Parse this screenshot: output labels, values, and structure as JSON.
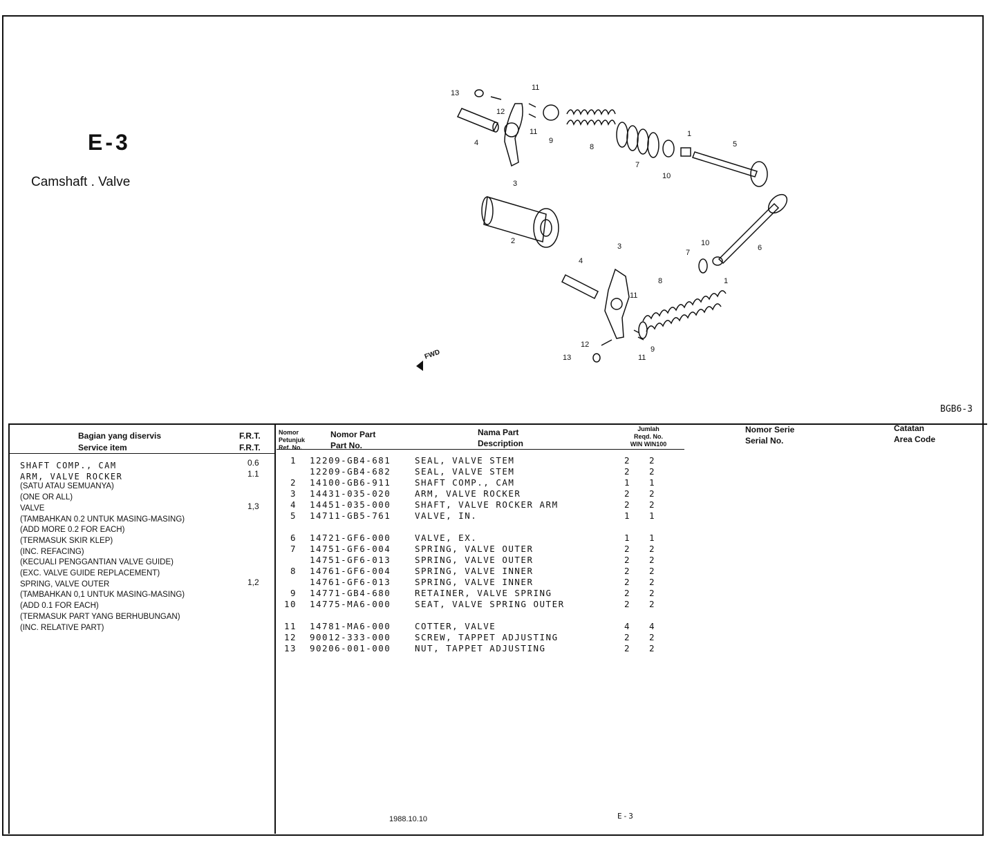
{
  "header": {
    "code": "E-3",
    "title": "Camshaft . Valve",
    "sheet_code": "BGB6-3"
  },
  "diagram": {
    "fwd_label": "FWD",
    "callouts": [
      "13",
      "12",
      "11",
      "11",
      "9",
      "8",
      "7",
      "1",
      "5",
      "10",
      "4",
      "3",
      "2",
      "3",
      "4",
      "10",
      "7",
      "6",
      "8",
      "1",
      "11",
      "12",
      "13",
      "11",
      "9"
    ]
  },
  "service_table": {
    "header_id": "Bagian yang diservis",
    "header_en": "Service item",
    "frt_id": "F.R.T.",
    "frt_en": "F.R.T.",
    "items": [
      {
        "text": "SHAFT COMP., CAM",
        "frt": "0.6",
        "mono": true
      },
      {
        "text": "ARM, VALVE ROCKER",
        "frt": "1.1",
        "mono": true
      },
      {
        "text": "(SATU ATAU SEMUANYA)",
        "frt": ""
      },
      {
        "text": "(ONE OR ALL)",
        "frt": ""
      },
      {
        "text": "VALVE",
        "frt": "1,3"
      },
      {
        "text": "(TAMBAHKAN 0.2 UNTUK MASING-MASING)",
        "frt": ""
      },
      {
        "text": "(ADD MORE 0.2 FOR EACH)",
        "frt": ""
      },
      {
        "text": "(TERMASUK SKIR KLEP)",
        "frt": ""
      },
      {
        "text": "(INC. REFACING)",
        "frt": ""
      },
      {
        "text": "(KECUALI PENGGANTIAN VALVE GUIDE)",
        "frt": ""
      },
      {
        "text": "(EXC. VALVE GUIDE REPLACEMENT)",
        "frt": ""
      },
      {
        "text": "SPRING, VALVE OUTER",
        "frt": "1,2"
      },
      {
        "text": "(TAMBAHKAN 0,1 UNTUK MASING-MASING)",
        "frt": ""
      },
      {
        "text": "(ADD 0.1 FOR EACH)",
        "frt": ""
      },
      {
        "text": "(TERMASUK PART YANG BERHUBUNGAN)",
        "frt": ""
      },
      {
        "text": "(INC. RELATIVE PART)",
        "frt": ""
      }
    ]
  },
  "parts_table": {
    "col_ref_id1": "Nomor",
    "col_ref_id2": "Petunjuk",
    "col_ref_en": "Ref. No.",
    "col_part_id": "Nomor Part",
    "col_part_en": "Part No.",
    "col_desc_id": "Nama Part",
    "col_desc_en": "Description",
    "col_qty_id": "Jumlah",
    "col_qty_en": "Reqd. No.",
    "col_qty_models": "WIN WIN100",
    "col_serial_id": "Nomor Serie",
    "col_serial_en": "Serial No.",
    "col_note_id": "Catatan",
    "col_note_en": "Area Code",
    "rows": [
      {
        "ref": "1",
        "part": "12209-GB4-681",
        "desc": "SEAL, VALVE STEM",
        "win": "2",
        "win100": "2"
      },
      {
        "ref": "",
        "part": "12209-GB4-682",
        "desc": "SEAL, VALVE STEM",
        "win": "2",
        "win100": "2"
      },
      {
        "ref": "2",
        "part": "14100-GB6-911",
        "desc": "SHAFT COMP., CAM",
        "win": "1",
        "win100": "1"
      },
      {
        "ref": "3",
        "part": "14431-035-020",
        "desc": "ARM, VALVE ROCKER",
        "win": "2",
        "win100": "2"
      },
      {
        "ref": "4",
        "part": "14451-035-000",
        "desc": "SHAFT, VALVE ROCKER ARM",
        "win": "2",
        "win100": "2"
      },
      {
        "ref": "5",
        "part": "14711-GB5-761",
        "desc": "VALVE, IN.",
        "win": "1",
        "win100": "1"
      },
      {
        "gap": true
      },
      {
        "ref": "6",
        "part": "14721-GF6-000",
        "desc": "VALVE, EX.",
        "win": "1",
        "win100": "1"
      },
      {
        "ref": "7",
        "part": "14751-GF6-004",
        "desc": "SPRING, VALVE OUTER",
        "win": "2",
        "win100": "2"
      },
      {
        "ref": "",
        "part": "14751-GF6-013",
        "desc": "SPRING, VALVE OUTER",
        "win": "2",
        "win100": "2"
      },
      {
        "ref": "8",
        "part": "14761-GF6-004",
        "desc": "SPRING, VALVE INNER",
        "win": "2",
        "win100": "2"
      },
      {
        "ref": "",
        "part": "14761-GF6-013",
        "desc": "SPRING, VALVE INNER",
        "win": "2",
        "win100": "2"
      },
      {
        "ref": "9",
        "part": "14771-GB4-680",
        "desc": "RETAINER, VALVE SPRING",
        "win": "2",
        "win100": "2"
      },
      {
        "ref": "10",
        "part": "14775-MA6-000",
        "desc": "SEAT, VALVE SPRING OUTER",
        "win": "2",
        "win100": "2"
      },
      {
        "gap": true
      },
      {
        "ref": "11",
        "part": "14781-MA6-000",
        "desc": "COTTER, VALVE",
        "win": "4",
        "win100": "4"
      },
      {
        "ref": "12",
        "part": "90012-333-000",
        "desc": "SCREW, TAPPET ADJUSTING",
        "win": "2",
        "win100": "2"
      },
      {
        "ref": "13",
        "part": "90206-001-000",
        "desc": "NUT, TAPPET ADJUSTING",
        "win": "2",
        "win100": "2"
      }
    ]
  },
  "footer": {
    "date": "1988.10.10",
    "page": "E-3"
  }
}
